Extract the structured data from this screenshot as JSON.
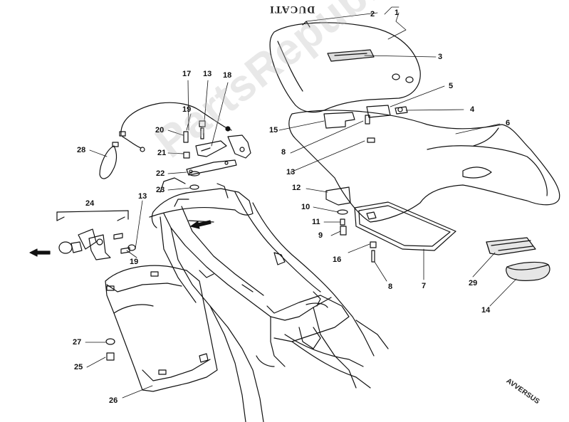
{
  "diagram": {
    "watermark": "PartsRepublik",
    "logo_text": "DUCATI",
    "direction_stamp": "AVVERSUS",
    "callouts": [
      {
        "id": "c1",
        "text": "1"
      },
      {
        "id": "c2",
        "text": "2"
      },
      {
        "id": "c3",
        "text": "3"
      },
      {
        "id": "c4",
        "text": "4"
      },
      {
        "id": "c5",
        "text": "5"
      },
      {
        "id": "c6",
        "text": "6"
      },
      {
        "id": "c7",
        "text": "7"
      },
      {
        "id": "c8a",
        "text": "8"
      },
      {
        "id": "c8b",
        "text": "8"
      },
      {
        "id": "c9",
        "text": "9"
      },
      {
        "id": "c10",
        "text": "10"
      },
      {
        "id": "c11",
        "text": "11"
      },
      {
        "id": "c12",
        "text": "12"
      },
      {
        "id": "c13a",
        "text": "13"
      },
      {
        "id": "c13b",
        "text": "13"
      },
      {
        "id": "c13c",
        "text": "13"
      },
      {
        "id": "c14",
        "text": "14"
      },
      {
        "id": "c15",
        "text": "15"
      },
      {
        "id": "c16",
        "text": "16"
      },
      {
        "id": "c17",
        "text": "17"
      },
      {
        "id": "c18",
        "text": "18"
      },
      {
        "id": "c19a",
        "text": "19"
      },
      {
        "id": "c19b",
        "text": "19"
      },
      {
        "id": "c20",
        "text": "20"
      },
      {
        "id": "c21",
        "text": "21"
      },
      {
        "id": "c22",
        "text": "22"
      },
      {
        "id": "c23",
        "text": "23"
      },
      {
        "id": "c24",
        "text": "24"
      },
      {
        "id": "c25",
        "text": "25"
      },
      {
        "id": "c26",
        "text": "26"
      },
      {
        "id": "c27",
        "text": "27"
      },
      {
        "id": "c28",
        "text": "28"
      },
      {
        "id": "c29",
        "text": "29"
      }
    ]
  }
}
